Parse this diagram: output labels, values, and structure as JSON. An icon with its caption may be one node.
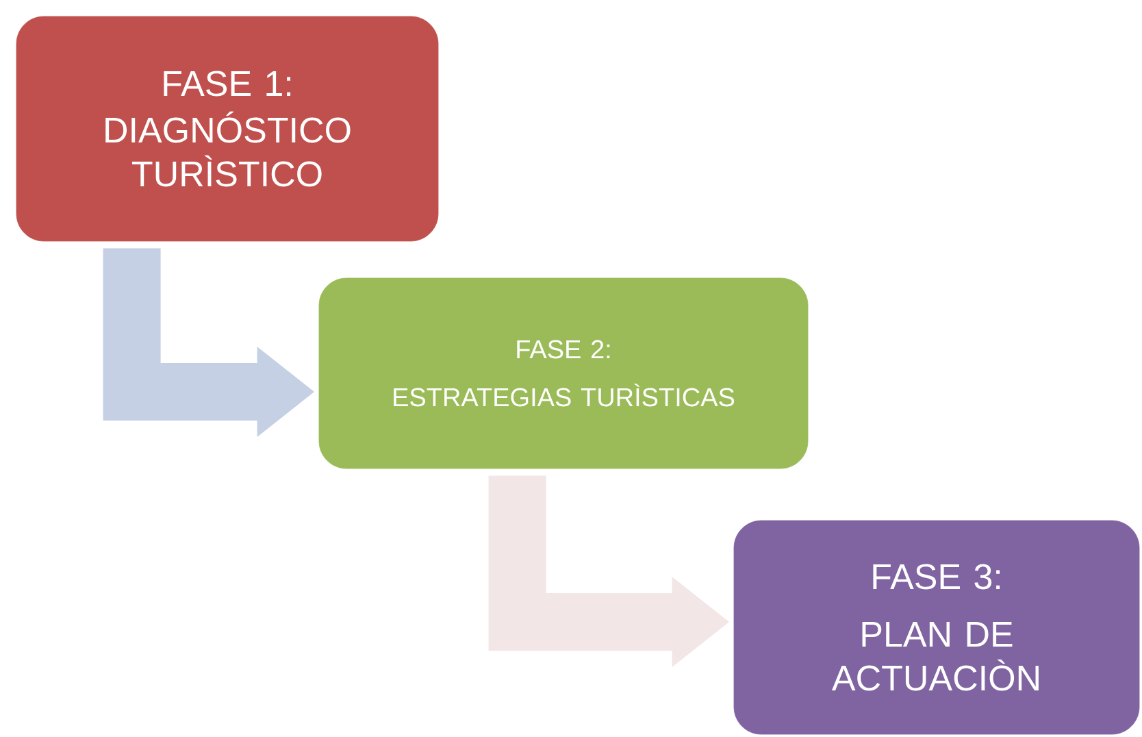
{
  "diagram": {
    "nodes": [
      {
        "text": [
          "FASE 1:",
          "DIAGNÓSTICO TURÌSTICO"
        ]
      },
      {
        "text": [
          "FASE 2:",
          "ESTRATEGIAS TURÌSTICAS"
        ]
      },
      {
        "text": [
          "FASE 3:",
          "PLAN DE ACTUACIÒN"
        ]
      }
    ],
    "edges": [
      {
        "from": 0,
        "to": 1,
        "arrow": "to",
        "color": "#c5d0e4"
      },
      {
        "from": 1,
        "to": 2,
        "arrow": "to",
        "color": "#f2e6e6"
      }
    ]
  }
}
